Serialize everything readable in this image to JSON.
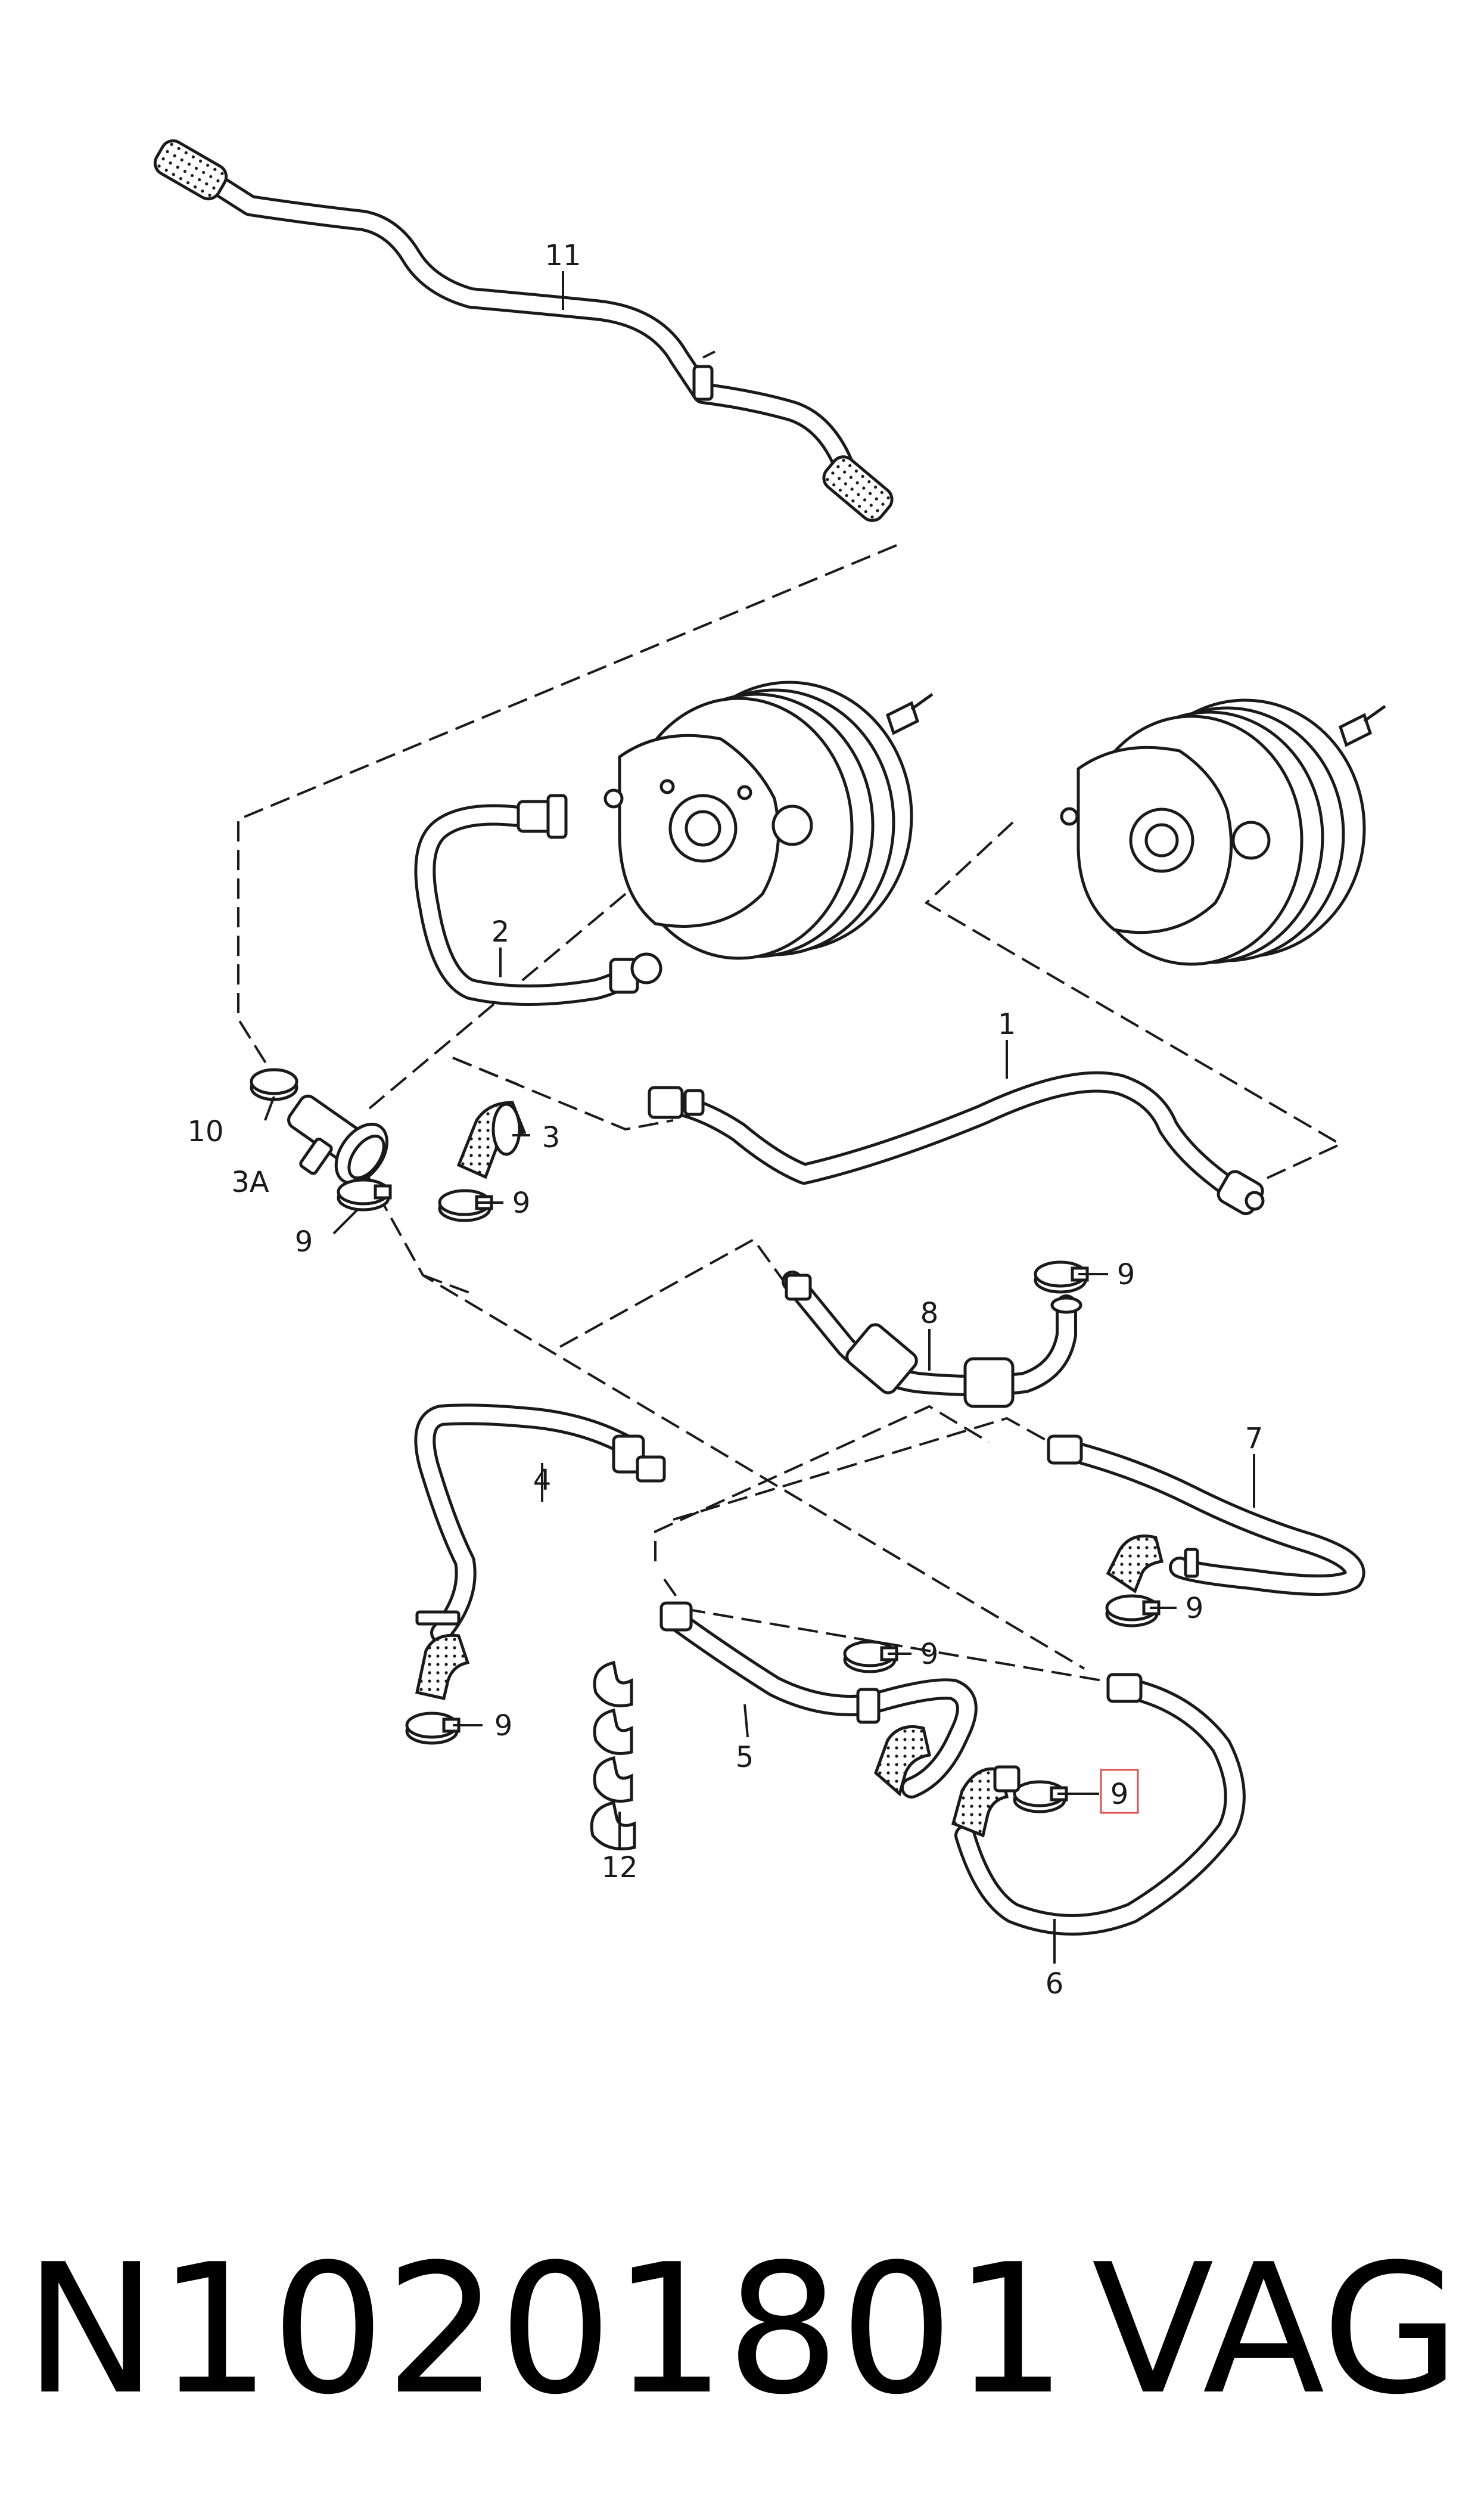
{
  "callouts": {
    "n1": "1",
    "n2": "2",
    "n3": "3",
    "n3a": "3A",
    "n4": "4",
    "n5": "5",
    "n6": "6",
    "n7": "7",
    "n8": "8",
    "n9": "9",
    "n10": "10",
    "n11": "11",
    "n12": "12"
  },
  "footer": {
    "part_number": "N10201801",
    "brand": "VAG"
  },
  "colors": {
    "line": "#1a1a1a",
    "background": "#ffffff",
    "highlight_box": "#e05050"
  }
}
